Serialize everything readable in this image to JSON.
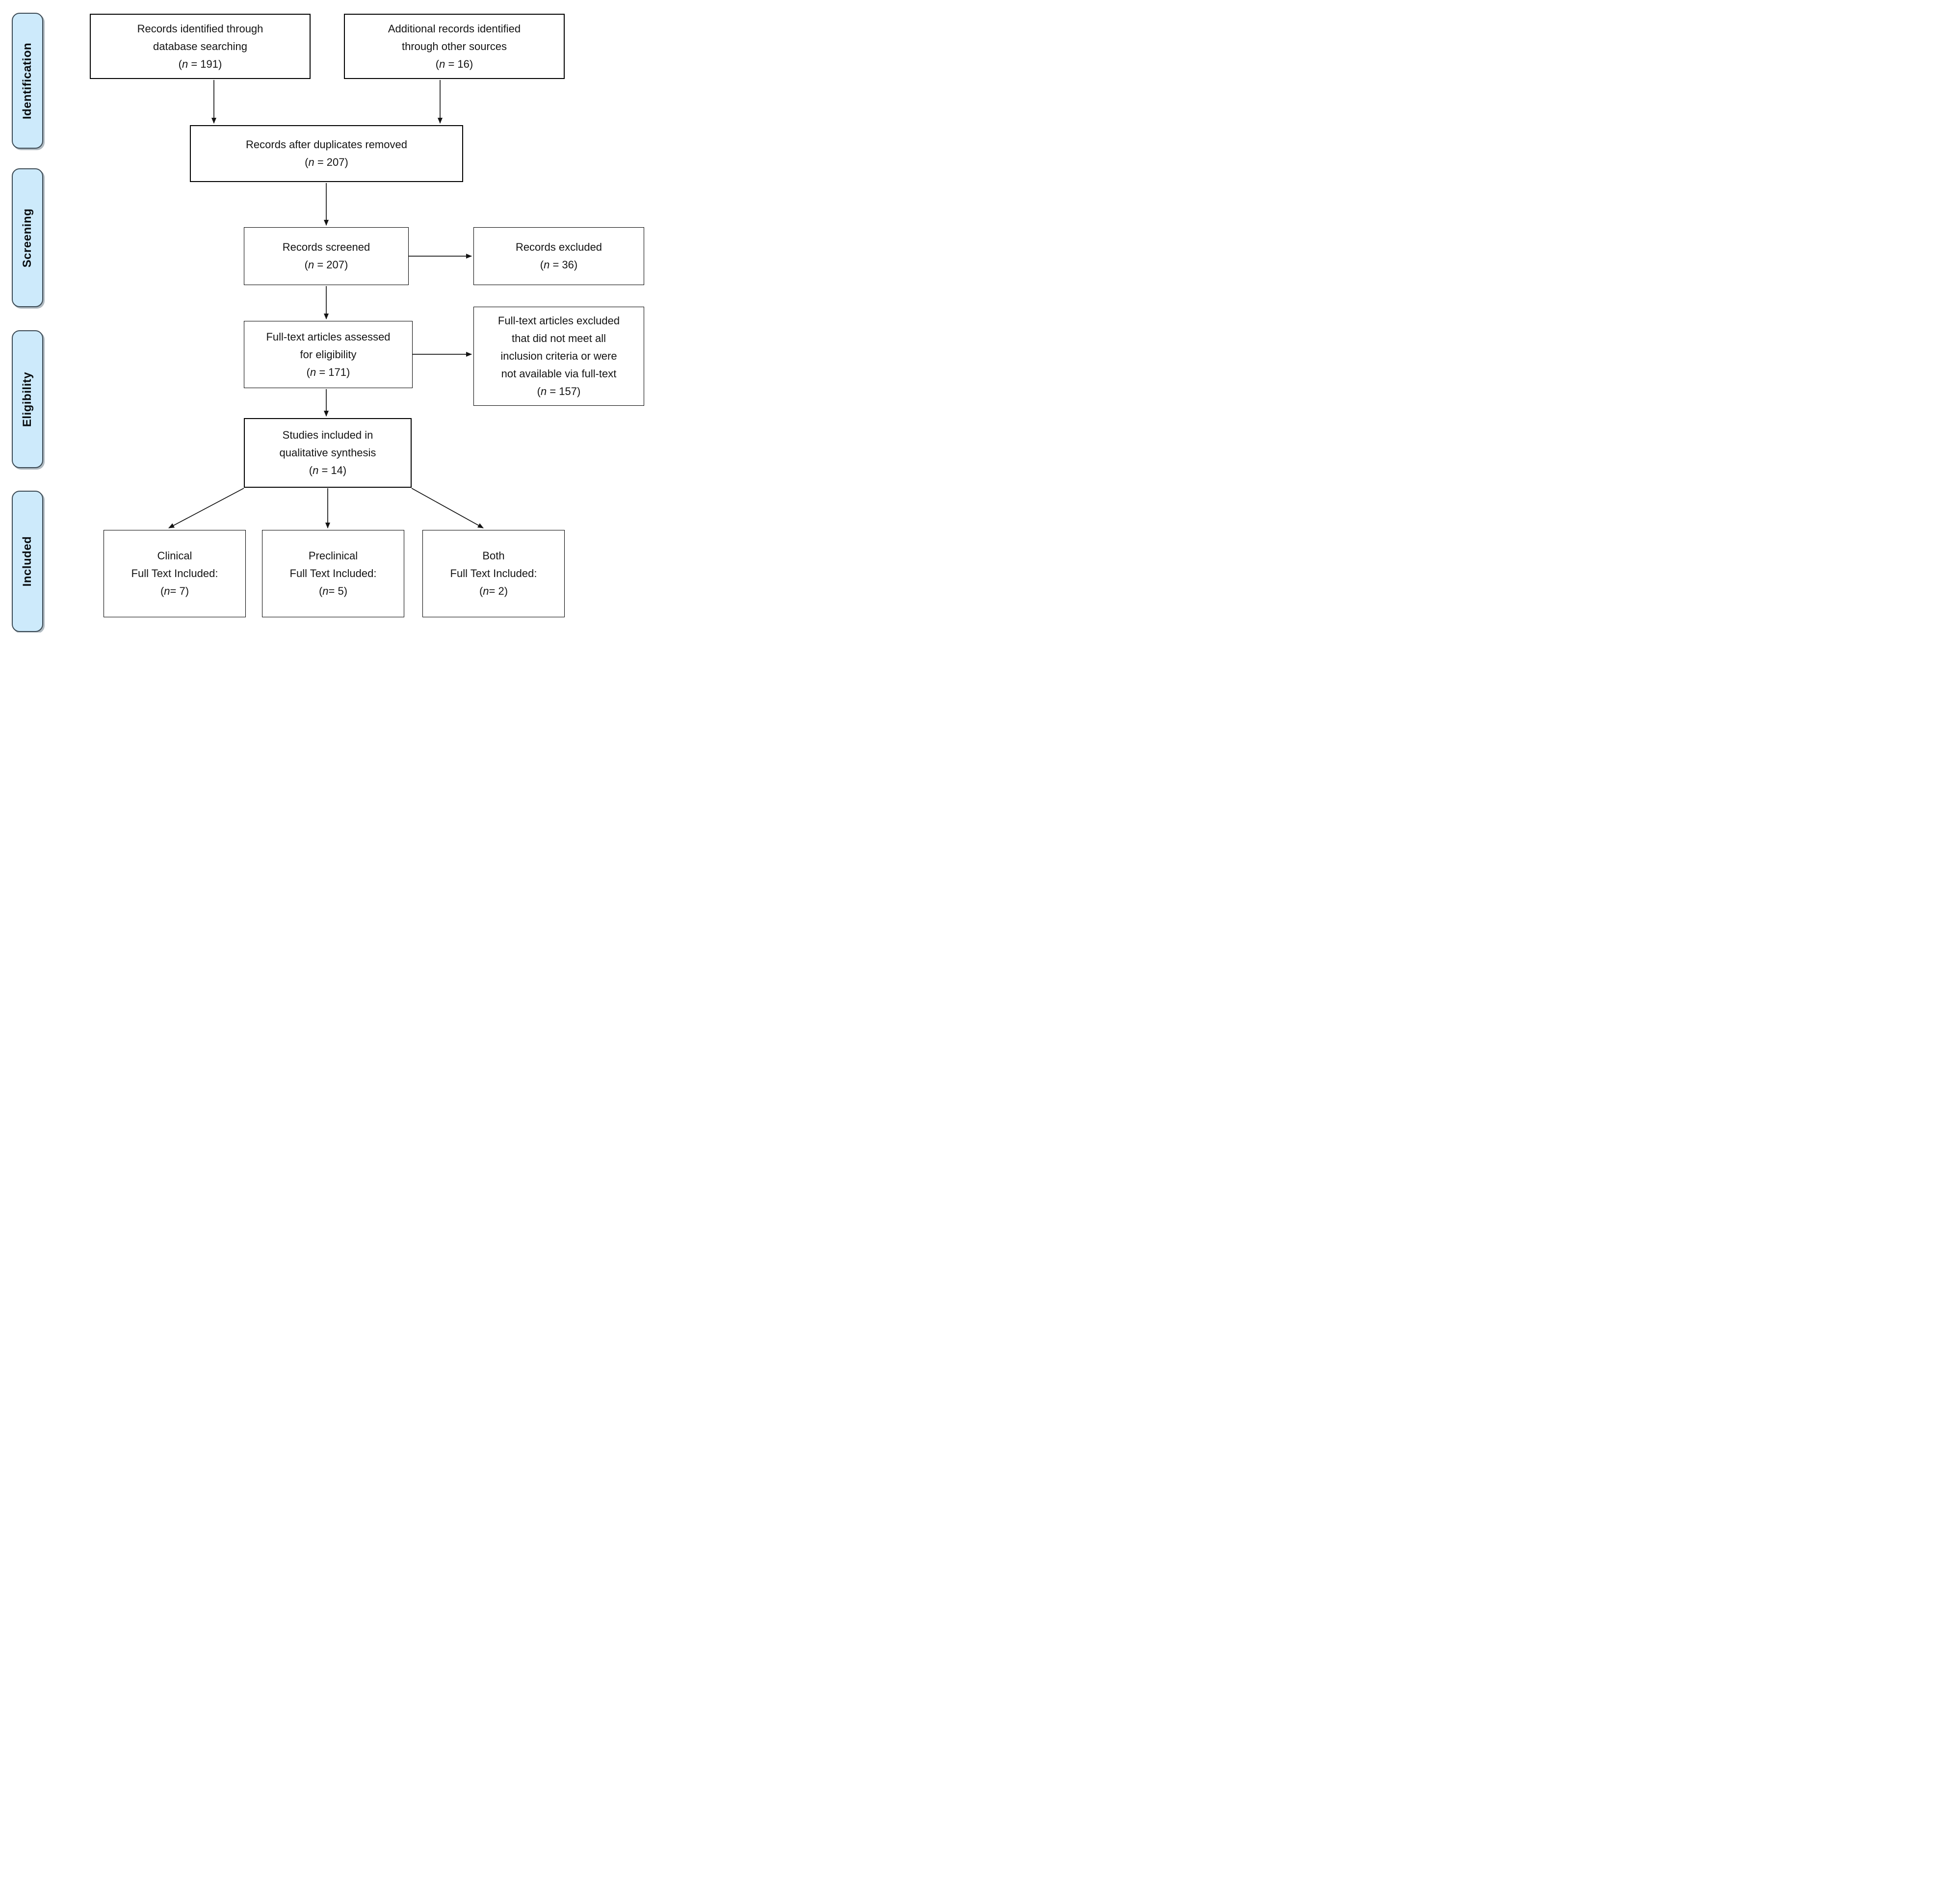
{
  "stages": [
    {
      "label": "Identification"
    },
    {
      "label": "Screening"
    },
    {
      "label": "Eligibility"
    },
    {
      "label": "Included"
    }
  ],
  "boxes": {
    "db_search": {
      "lines": [
        "Records identified through",
        "database searching"
      ],
      "count": {
        "pre": "(",
        "var": "n",
        "post": " = 191)"
      }
    },
    "other_sources": {
      "lines": [
        "Additional records identified",
        "through other sources"
      ],
      "count": {
        "pre": "(",
        "var": "n",
        "post": " = 16)"
      }
    },
    "after_duplicates": {
      "lines": [
        "Records after duplicates removed"
      ],
      "count": {
        "pre": "(",
        "var": "n",
        "post": " = 207)"
      }
    },
    "screened": {
      "lines": [
        "Records screened"
      ],
      "count": {
        "pre": "(",
        "var": "n",
        "post": " = 207)"
      }
    },
    "excluded": {
      "lines": [
        "Records excluded"
      ],
      "count": {
        "pre": "(",
        "var": "n",
        "post": " = 36)"
      }
    },
    "fulltext_assessed": {
      "lines": [
        "Full-text articles assessed",
        "for eligibility"
      ],
      "count": {
        "pre": "(",
        "var": "n",
        "post": " = 171)"
      }
    },
    "fulltext_excluded": {
      "lines": [
        "Full-text articles excluded",
        "that did not meet all",
        "inclusion criteria or were",
        "not available via full-text"
      ],
      "count": {
        "pre": "(",
        "var": "n",
        "post": " = 157)"
      }
    },
    "qualitative": {
      "lines": [
        "Studies included in",
        "qualitative synthesis"
      ],
      "count": {
        "pre": "(",
        "var": "n",
        "post": " = 14)"
      }
    },
    "clinical": {
      "lines": [
        "Clinical",
        "Full Text Included:"
      ],
      "count": {
        "pre": "(",
        "var": "n",
        "post": "= 7)"
      }
    },
    "preclinical": {
      "lines": [
        "Preclinical",
        "Full Text Included:"
      ],
      "count": {
        "pre": "(",
        "var": "n",
        "post": "= 5)"
      }
    },
    "both": {
      "lines": [
        "Both",
        "Full Text Included:"
      ],
      "count": {
        "pre": "(",
        "var": "n",
        "post": "= 2)"
      }
    }
  },
  "colors": {
    "background": "#ffffff",
    "box_fill": "#ffffff",
    "box_border": "#000000",
    "text": "#141414",
    "arrow": "#141414",
    "stage_fill": "#cdeafb",
    "stage_border": "#3c4a54",
    "stage_text": "#0a0e11",
    "stage_shadow": "rgba(110,127,140,0.55)"
  }
}
